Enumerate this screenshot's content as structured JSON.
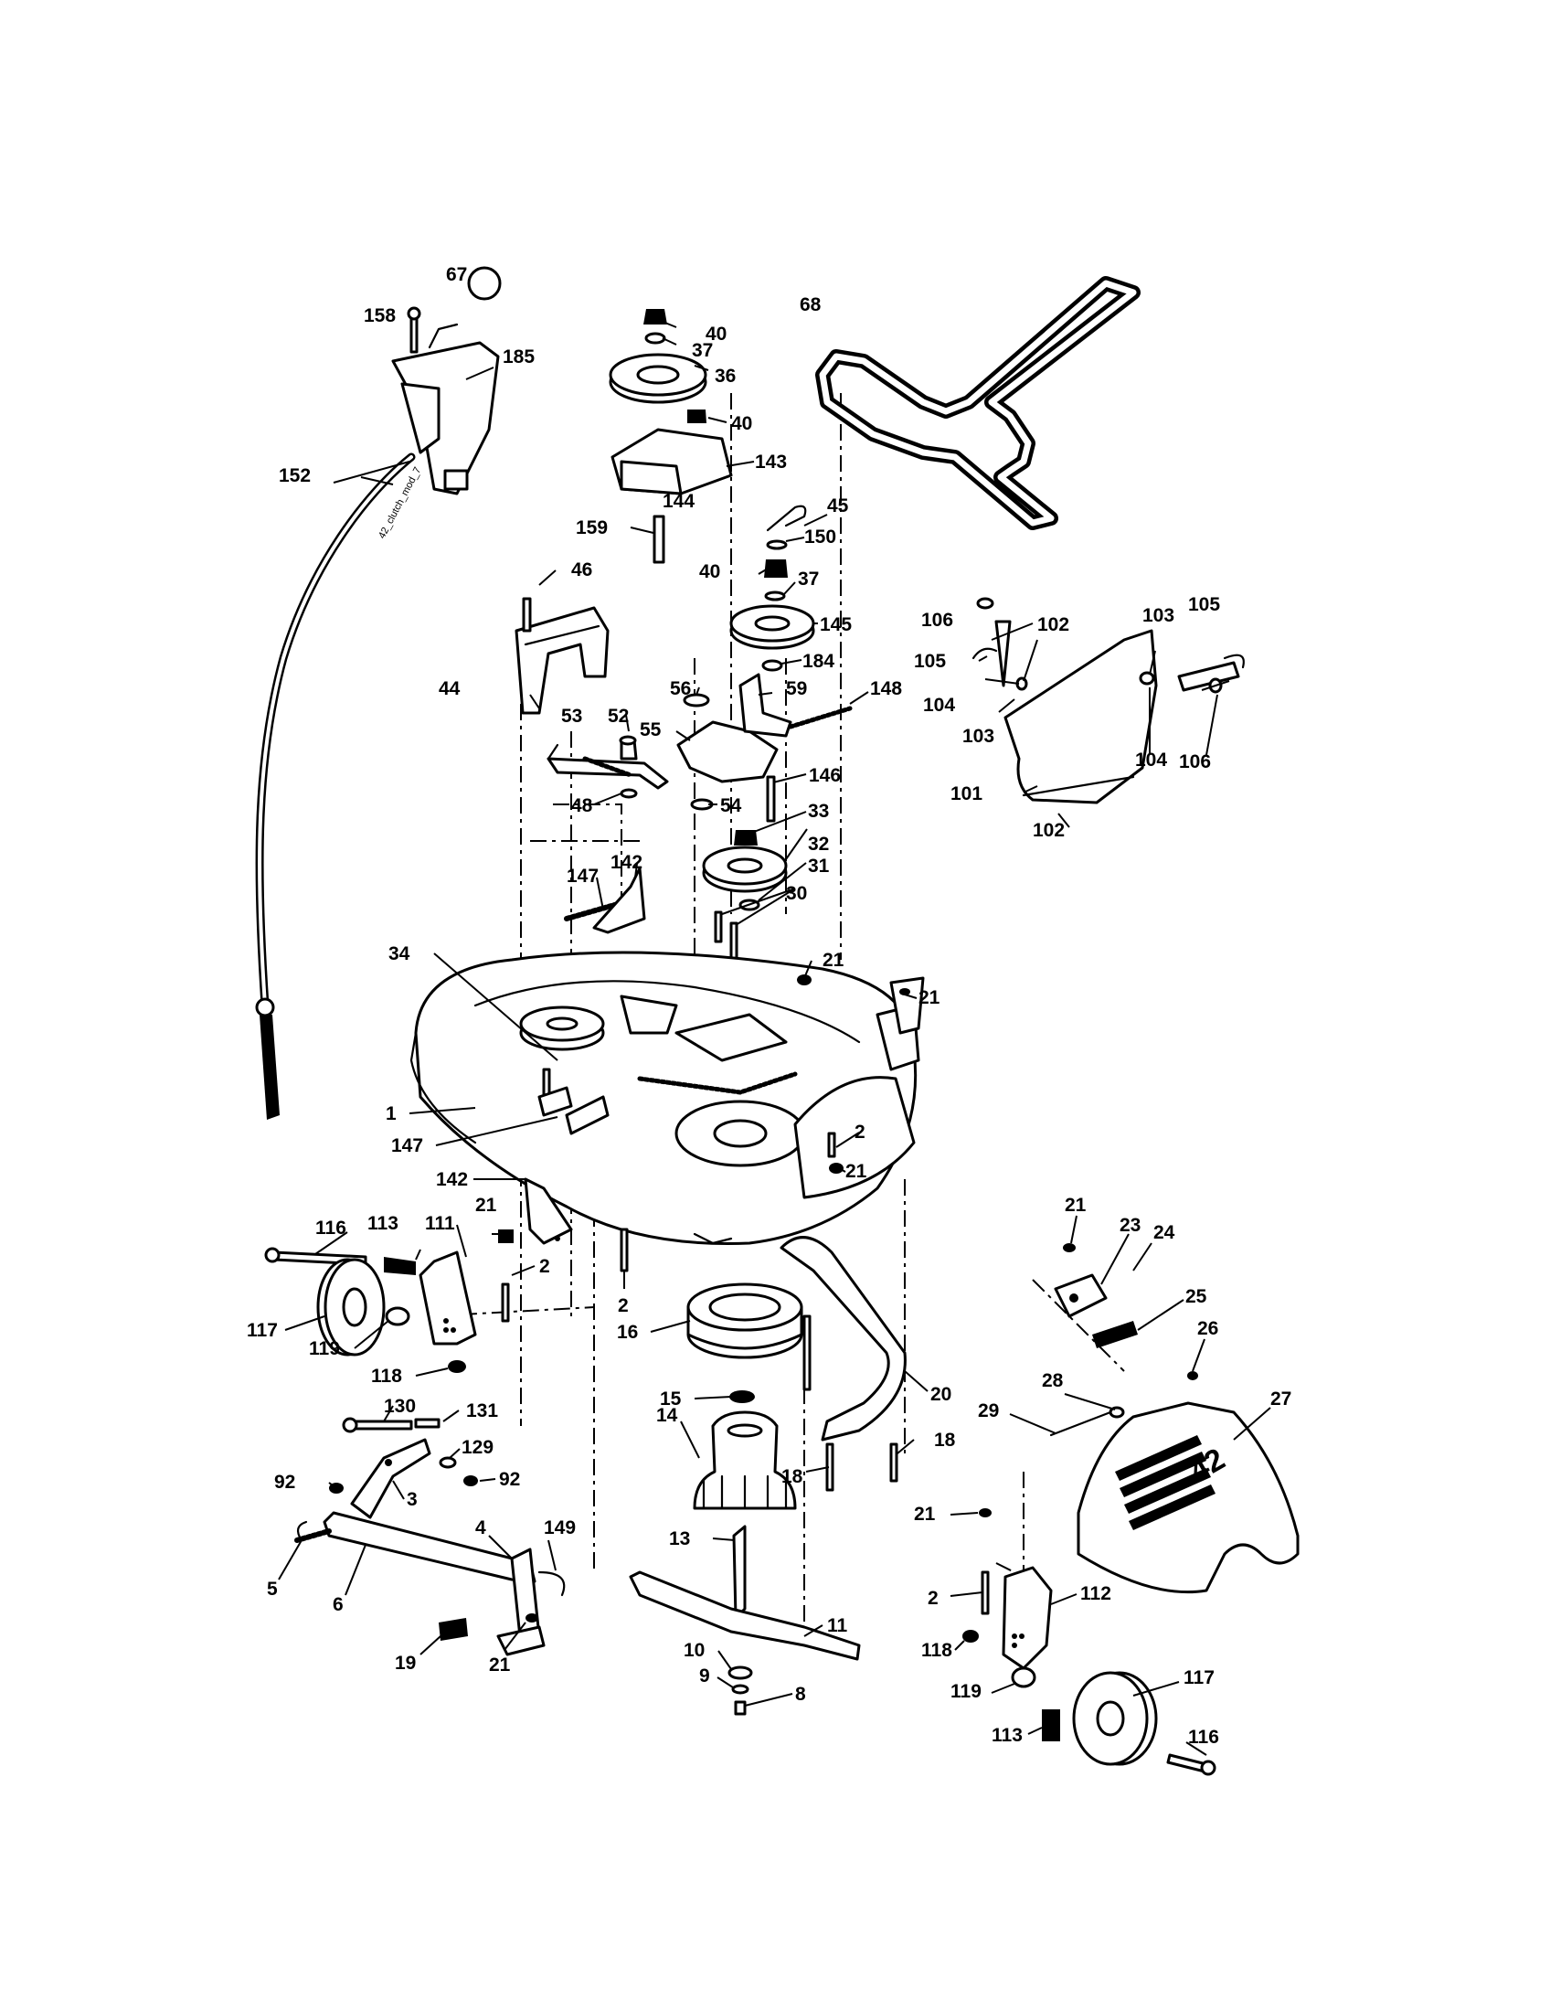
{
  "diagram": {
    "cable_label": "42_clutch_mod_7",
    "deck_size_mark": "42",
    "callouts": [
      {
        "id": "c-67",
        "text": "67"
      },
      {
        "id": "c-158",
        "text": "158"
      },
      {
        "id": "c-185",
        "text": "185"
      },
      {
        "id": "c-152",
        "text": "152"
      },
      {
        "id": "c-40a",
        "text": "40"
      },
      {
        "id": "c-37a",
        "text": "37"
      },
      {
        "id": "c-36",
        "text": "36"
      },
      {
        "id": "c-40b",
        "text": "40"
      },
      {
        "id": "c-143",
        "text": "143"
      },
      {
        "id": "c-144",
        "text": "144"
      },
      {
        "id": "c-159",
        "text": "159"
      },
      {
        "id": "c-68",
        "text": "68"
      },
      {
        "id": "c-45",
        "text": "45"
      },
      {
        "id": "c-150",
        "text": "150"
      },
      {
        "id": "c-40c",
        "text": "40"
      },
      {
        "id": "c-37b",
        "text": "37"
      },
      {
        "id": "c-145",
        "text": "145"
      },
      {
        "id": "c-184",
        "text": "184"
      },
      {
        "id": "c-46",
        "text": "46"
      },
      {
        "id": "c-44",
        "text": "44"
      },
      {
        "id": "c-56",
        "text": "56"
      },
      {
        "id": "c-59",
        "text": "59"
      },
      {
        "id": "c-148",
        "text": "148"
      },
      {
        "id": "c-55",
        "text": "55"
      },
      {
        "id": "c-53",
        "text": "53"
      },
      {
        "id": "c-52",
        "text": "52"
      },
      {
        "id": "c-146",
        "text": "146"
      },
      {
        "id": "c-48",
        "text": "48"
      },
      {
        "id": "c-54",
        "text": "54"
      },
      {
        "id": "c-33",
        "text": "33"
      },
      {
        "id": "c-32",
        "text": "32"
      },
      {
        "id": "c-31",
        "text": "31"
      },
      {
        "id": "c-30",
        "text": "30"
      },
      {
        "id": "c-147a",
        "text": "147"
      },
      {
        "id": "c-142a",
        "text": "142"
      },
      {
        "id": "c-106a",
        "text": "106"
      },
      {
        "id": "c-102a",
        "text": "102"
      },
      {
        "id": "c-103a",
        "text": "103"
      },
      {
        "id": "c-105a",
        "text": "105"
      },
      {
        "id": "c-105b",
        "text": "105"
      },
      {
        "id": "c-104a",
        "text": "104"
      },
      {
        "id": "c-103b",
        "text": "103"
      },
      {
        "id": "c-104b",
        "text": "104"
      },
      {
        "id": "c-106b",
        "text": "106"
      },
      {
        "id": "c-101",
        "text": "101"
      },
      {
        "id": "c-102b",
        "text": "102"
      },
      {
        "id": "c-34",
        "text": "34"
      },
      {
        "id": "c-21a",
        "text": "21"
      },
      {
        "id": "c-21b",
        "text": "21"
      },
      {
        "id": "c-1",
        "text": "1"
      },
      {
        "id": "c-147b",
        "text": "147"
      },
      {
        "id": "c-2a",
        "text": "2"
      },
      {
        "id": "c-21c",
        "text": "21"
      },
      {
        "id": "c-142b",
        "text": "142"
      },
      {
        "id": "c-21d",
        "text": "21"
      },
      {
        "id": "c-113a",
        "text": "113"
      },
      {
        "id": "c-111",
        "text": "111"
      },
      {
        "id": "c-116a",
        "text": "116"
      },
      {
        "id": "c-2b",
        "text": "2"
      },
      {
        "id": "c-2c",
        "text": "2"
      },
      {
        "id": "c-117a",
        "text": "117"
      },
      {
        "id": "c-119a",
        "text": "119"
      },
      {
        "id": "c-16",
        "text": "16"
      },
      {
        "id": "c-118a",
        "text": "118"
      },
      {
        "id": "c-15",
        "text": "15"
      },
      {
        "id": "c-14",
        "text": "14"
      },
      {
        "id": "c-130",
        "text": "130"
      },
      {
        "id": "c-131",
        "text": "131"
      },
      {
        "id": "c-129",
        "text": "129"
      },
      {
        "id": "c-92a",
        "text": "92"
      },
      {
        "id": "c-92b",
        "text": "92"
      },
      {
        "id": "c-3",
        "text": "3"
      },
      {
        "id": "c-20",
        "text": "20"
      },
      {
        "id": "c-18a",
        "text": "18"
      },
      {
        "id": "c-18b",
        "text": "18"
      },
      {
        "id": "c-21e",
        "text": "21"
      },
      {
        "id": "c-23",
        "text": "23"
      },
      {
        "id": "c-24",
        "text": "24"
      },
      {
        "id": "c-25",
        "text": "25"
      },
      {
        "id": "c-26",
        "text": "26"
      },
      {
        "id": "c-28",
        "text": "28"
      },
      {
        "id": "c-27",
        "text": "27"
      },
      {
        "id": "c-29",
        "text": "29"
      },
      {
        "id": "c-4",
        "text": "4"
      },
      {
        "id": "c-149",
        "text": "149"
      },
      {
        "id": "c-5",
        "text": "5"
      },
      {
        "id": "c-6",
        "text": "6"
      },
      {
        "id": "c-19",
        "text": "19"
      },
      {
        "id": "c-21f",
        "text": "21"
      },
      {
        "id": "c-13",
        "text": "13"
      },
      {
        "id": "c-11",
        "text": "11"
      },
      {
        "id": "c-10",
        "text": "10"
      },
      {
        "id": "c-9",
        "text": "9"
      },
      {
        "id": "c-8",
        "text": "8"
      },
      {
        "id": "c-21g",
        "text": "21"
      },
      {
        "id": "c-2d",
        "text": "2"
      },
      {
        "id": "c-112",
        "text": "112"
      },
      {
        "id": "c-118b",
        "text": "118"
      },
      {
        "id": "c-117b",
        "text": "117"
      },
      {
        "id": "c-119b",
        "text": "119"
      },
      {
        "id": "c-113b",
        "text": "113"
      },
      {
        "id": "c-116b",
        "text": "116"
      }
    ]
  }
}
